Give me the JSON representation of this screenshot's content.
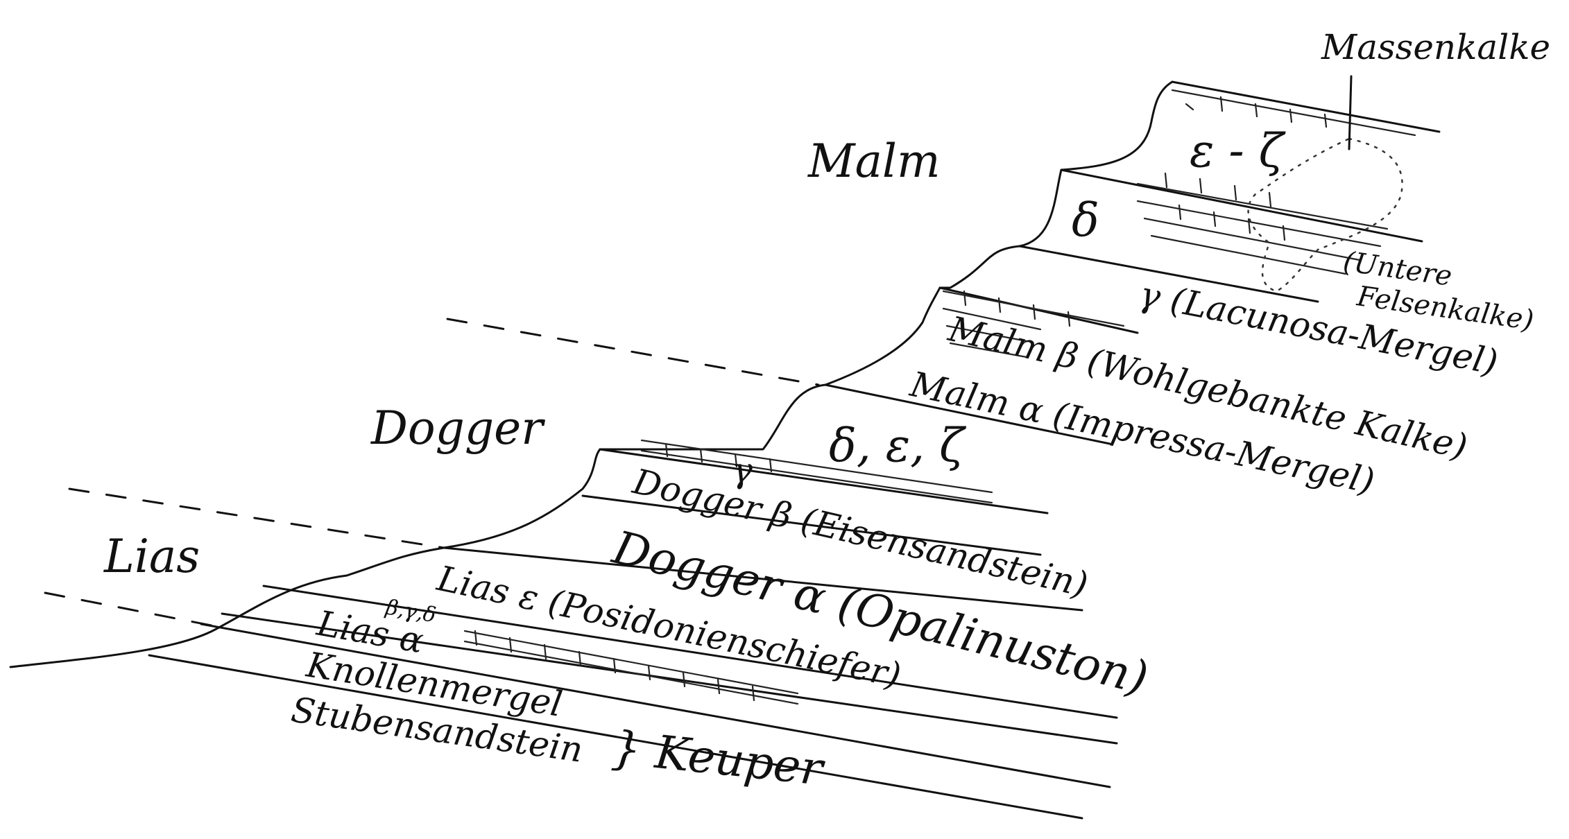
{
  "eras": {
    "malm": "Malm",
    "dogger": "Dogger",
    "lias": "Lias"
  },
  "malm_layers": {
    "massenkalke": "Massenkalke",
    "epsilon_zeta": "ε - ζ",
    "delta": "δ",
    "untere_felsenkalke": "(Untere\nFelsenkalke)",
    "gamma": "γ (Lacunosa-Mergel)",
    "beta": "Malm β (Wohlgebankte Kalke)",
    "alpha": "Malm α (Impressa-Mergel)"
  },
  "dogger_layers": {
    "upper": "δ, ε, ζ",
    "gamma": "γ",
    "beta": "Dogger β (Eisensandstein)",
    "alpha": "Dogger α (Opalinuston)"
  },
  "lias_layers": {
    "epsilon": "Lias ε (Posidonienschiefer)",
    "bgd": "β,γ,δ",
    "alpha": "Lias α"
  },
  "keuper": {
    "knollenmergel": "Knollenmergel",
    "stubensandstein": "Stubensandstein",
    "keuper": "} Keuper"
  }
}
